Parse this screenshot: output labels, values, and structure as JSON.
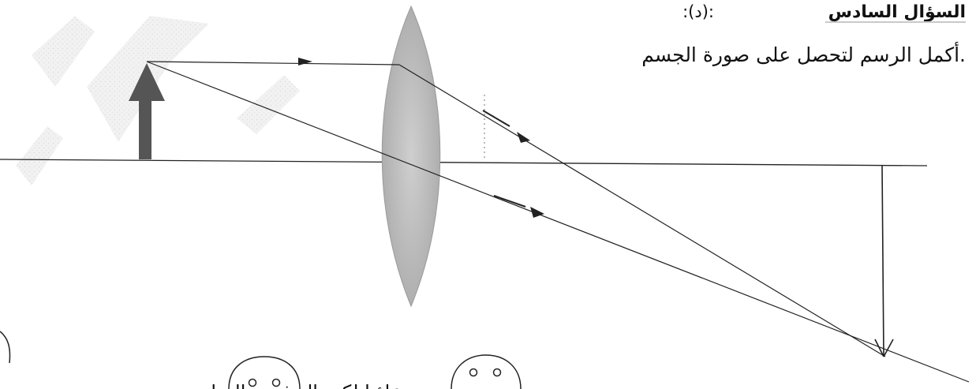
{
  "header": {
    "question_title": "السؤال السادس",
    "question_suffix": ":(د):",
    "instruction": "أكمل الرسم لتحصل على صورة الجسم."
  },
  "footer": {
    "partial_text": "دعاؤنا لكم بالتوفيق والنجاح"
  },
  "colors": {
    "line": "#222222",
    "lens": "#b9b9b9",
    "object_arrow": "#555555",
    "title_underline": "#c9c9c9",
    "watermark": "#e9e9e9"
  },
  "icons": {
    "face_left": "smiley-face-icon",
    "face_right": "smiley-face-icon"
  }
}
